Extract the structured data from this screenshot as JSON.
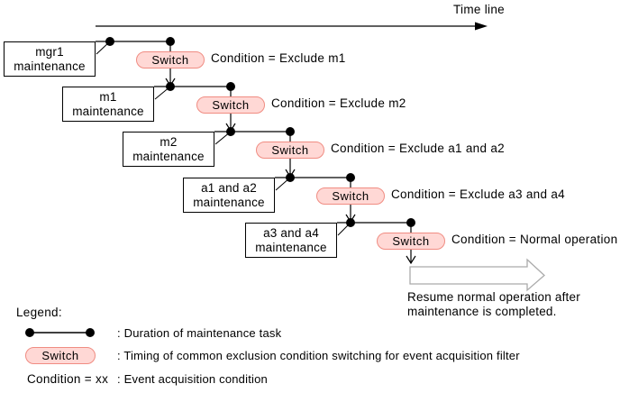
{
  "timeline": {
    "label": "Time line"
  },
  "rows": [
    {
      "box_title": "mgr1",
      "box_subtitle": "maintenance",
      "switch": "Switch",
      "condition": "Condition = Exclude m1"
    },
    {
      "box_title": "m1",
      "box_subtitle": "maintenance",
      "switch": "Switch",
      "condition": "Condition = Exclude m2"
    },
    {
      "box_title": "m2",
      "box_subtitle": "maintenance",
      "switch": "Switch",
      "condition": "Condition = Exclude a1 and a2"
    },
    {
      "box_title": "a1 and a2",
      "box_subtitle": "maintenance",
      "switch": "Switch",
      "condition": "Condition = Exclude a3 and a4"
    },
    {
      "box_title": "a3 and a4",
      "box_subtitle": "maintenance",
      "switch": "Switch",
      "condition": "Condition = Normal operation"
    }
  ],
  "resume_note": {
    "line1": "Resume normal operation after",
    "line2": "maintenance is completed."
  },
  "legend": {
    "heading": "Legend:",
    "duration_label": ": Duration of maintenance task",
    "switch_symbol": "Switch",
    "switch_label": ": Timing of common exclusion condition switching for event acquisition filter",
    "condition_symbol": "Condition = xx",
    "condition_label": ": Event acquisition condition"
  },
  "colors": {
    "switch_fill": "#FFD8D5",
    "switch_border": "#F08C82",
    "gray_arrow_border": "#ABABAB"
  }
}
